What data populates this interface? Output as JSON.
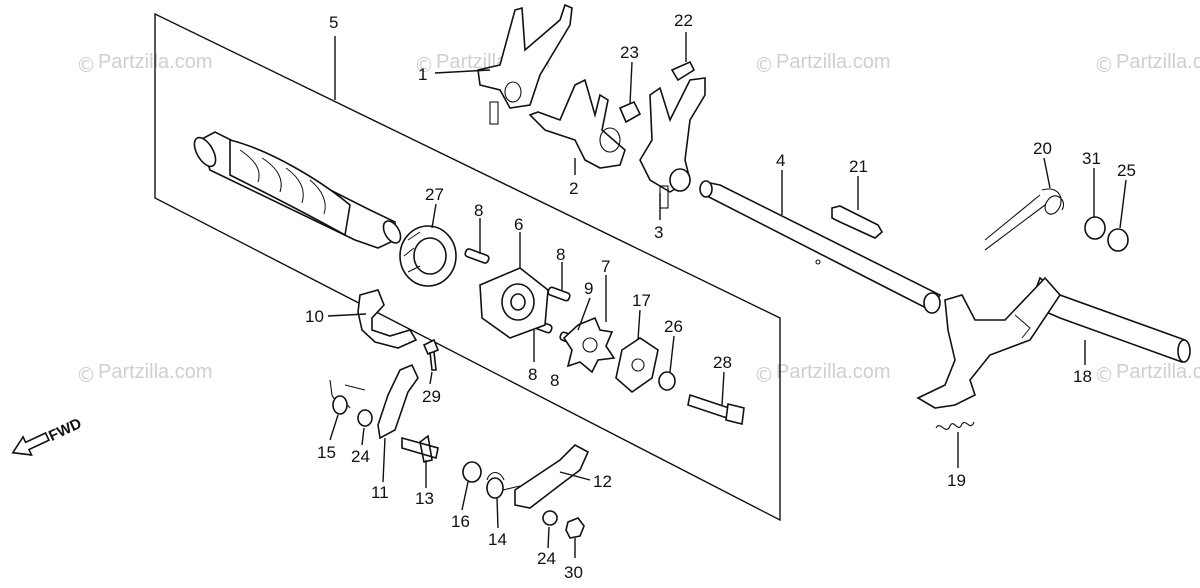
{
  "diagram": {
    "watermark_text": "Partzilla.com",
    "watermark_symbol": "©",
    "direction_label": "FWD",
    "callouts": [
      {
        "label": "1"
      },
      {
        "label": "2"
      },
      {
        "label": "3"
      },
      {
        "label": "4"
      },
      {
        "label": "5"
      },
      {
        "label": "6"
      },
      {
        "label": "7"
      },
      {
        "label": "8"
      },
      {
        "label": "8"
      },
      {
        "label": "8"
      },
      {
        "label": "8"
      },
      {
        "label": "9"
      },
      {
        "label": "10"
      },
      {
        "label": "11"
      },
      {
        "label": "12"
      },
      {
        "label": "13"
      },
      {
        "label": "14"
      },
      {
        "label": "15"
      },
      {
        "label": "16"
      },
      {
        "label": "17"
      },
      {
        "label": "18"
      },
      {
        "label": "19"
      },
      {
        "label": "20"
      },
      {
        "label": "21"
      },
      {
        "label": "22"
      },
      {
        "label": "23"
      },
      {
        "label": "24"
      },
      {
        "label": "24"
      },
      {
        "label": "25"
      },
      {
        "label": "26"
      },
      {
        "label": "27"
      },
      {
        "label": "28"
      },
      {
        "label": "29"
      },
      {
        "label": "30"
      },
      {
        "label": "31"
      }
    ]
  }
}
